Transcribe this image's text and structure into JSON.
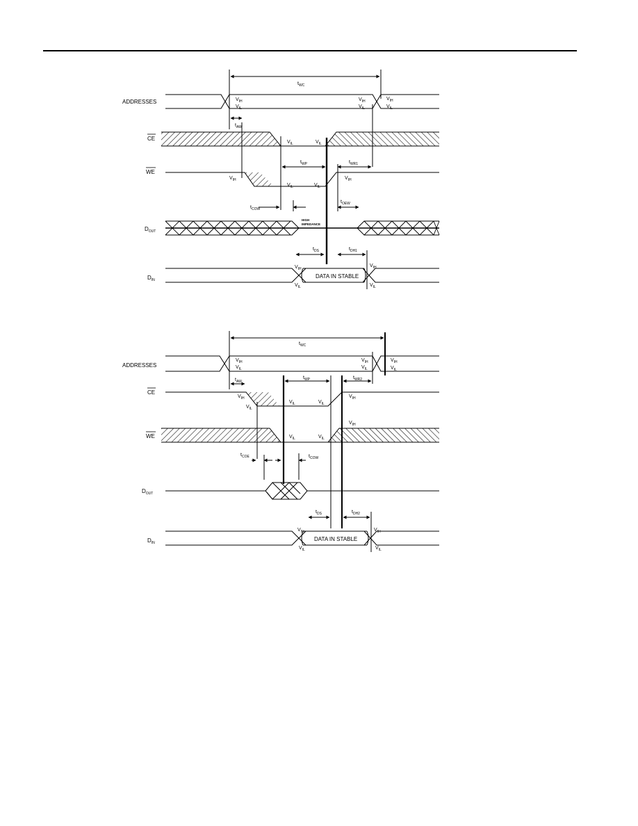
{
  "page": {
    "rule": ""
  },
  "diagrams": [
    {
      "signals": {
        "addresses": "ADDRESSES",
        "ce": "CE",
        "we": "WE",
        "dout": {
          "base": "D",
          "sub": "OUT"
        },
        "din": {
          "base": "D",
          "sub": "IN"
        }
      },
      "params": {
        "twc": {
          "t": "t",
          "s": "WC"
        },
        "taw": {
          "t": "t",
          "s": "AW"
        },
        "twp": {
          "t": "t",
          "s": "WP"
        },
        "twr": {
          "t": "t",
          "s": "WR1"
        },
        "tcow": {
          "t": "t",
          "s": "COW"
        },
        "toew": {
          "t": "t",
          "s": "OEW"
        },
        "tds": {
          "t": "t",
          "s": "DS"
        },
        "tdh": {
          "t": "t",
          "s": "DH1"
        }
      },
      "high_impedance": [
        "HIGH",
        "IMPEDANCE"
      ],
      "data_box": "DATA IN STABLE"
    },
    {
      "signals": {
        "addresses": "ADDRESSES",
        "ce": "CE",
        "we": "WE",
        "dout": {
          "base": "D",
          "sub": "OUT"
        },
        "din": {
          "base": "D",
          "sub": "IN"
        }
      },
      "params": {
        "twc": {
          "t": "t",
          "s": "WC"
        },
        "taw": {
          "t": "t",
          "s": "AW"
        },
        "twp": {
          "t": "t",
          "s": "WP"
        },
        "twr": {
          "t": "t",
          "s": "WR2"
        },
        "tcoe": {
          "t": "t",
          "s": "COE"
        },
        "tcow": {
          "t": "t",
          "s": "COW"
        },
        "tds": {
          "t": "t",
          "s": "DS"
        },
        "tdh": {
          "t": "t",
          "s": "DH2"
        }
      },
      "data_box": "DATA IN STABLE"
    }
  ],
  "levels": {
    "vih": {
      "t": "V",
      "s": "IH"
    },
    "vil": {
      "t": "V",
      "s": "IL"
    }
  }
}
